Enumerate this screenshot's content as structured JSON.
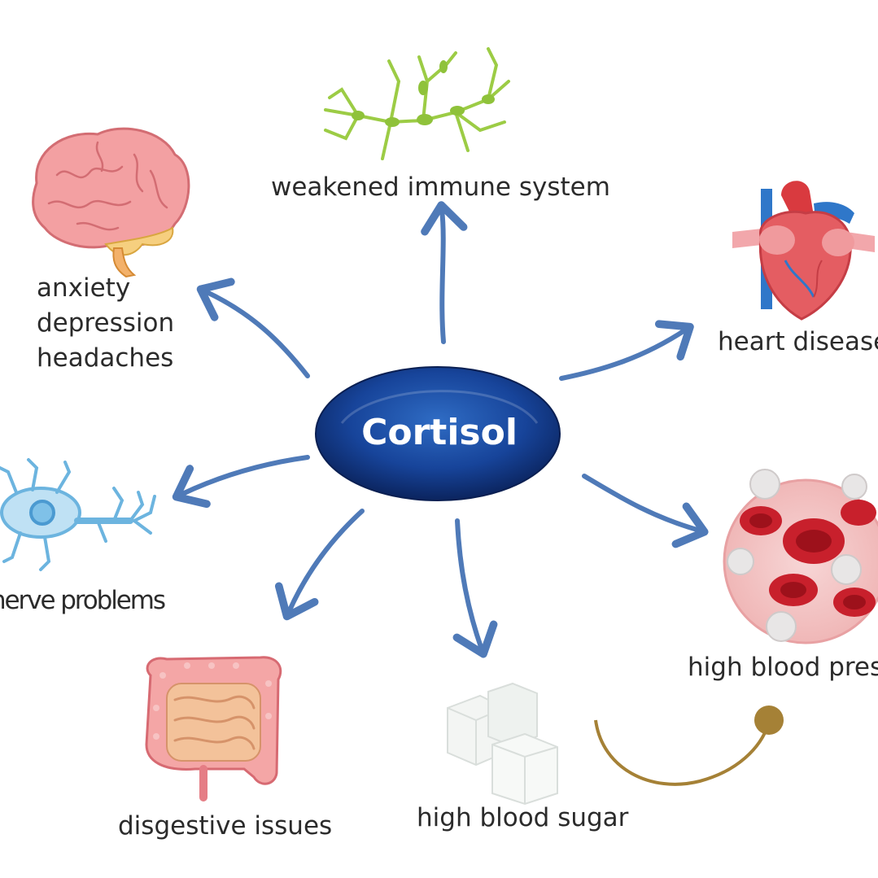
{
  "center": {
    "label": "Cortisol"
  },
  "effects": {
    "immune": "weakened immune system",
    "anxiety": "anxiety",
    "depression": "depression",
    "headaches": "headaches",
    "heart": "heart disease",
    "nerve": "nerve problems",
    "pressure": "high blood pres",
    "digestive": "disgestive issues",
    "sugar": "high blood sugar"
  },
  "colors": {
    "arrow": "#4f7ab8",
    "center_dark": "#0d2a6a",
    "center_light": "#2a64b8",
    "accent": "#a58136"
  }
}
